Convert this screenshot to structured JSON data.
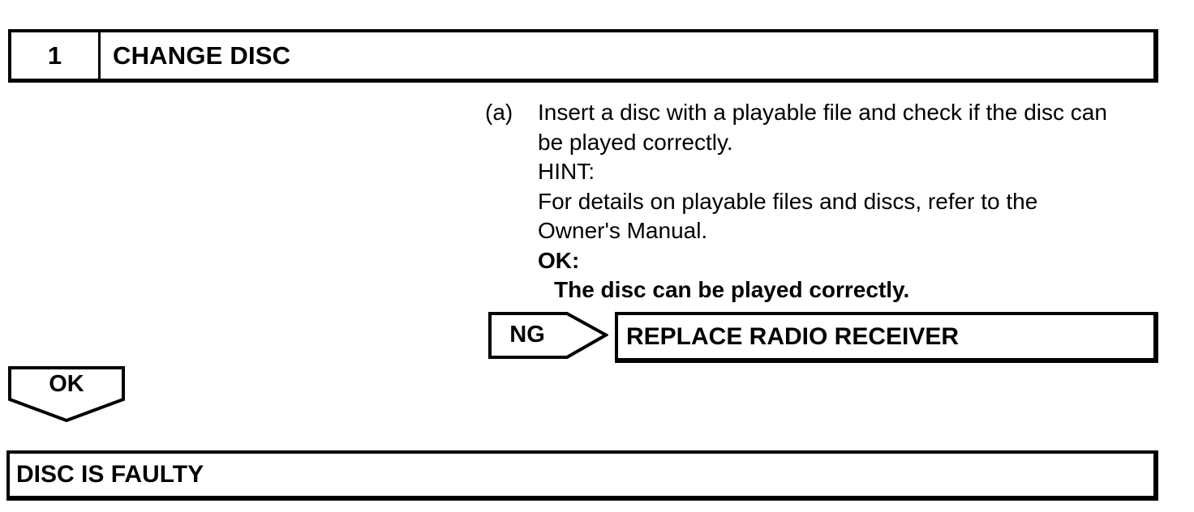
{
  "colors": {
    "ink": "#000000",
    "paper": "#ffffff"
  },
  "step": {
    "number": "1",
    "title": "CHANGE DISC"
  },
  "instruction": {
    "marker": "(a)",
    "lines": [
      "Insert a disc with a playable file and check if the disc can",
      "be played correctly.",
      "HINT:",
      "For details on playable files and discs, refer to the",
      "Owner's Manual.",
      "OK:",
      "The disc can be played correctly."
    ]
  },
  "ng_branch": {
    "label": "NG",
    "action": "REPLACE RADIO RECEIVER"
  },
  "ok_branch": {
    "label": "OK",
    "result": "DISC IS FAULTY"
  }
}
